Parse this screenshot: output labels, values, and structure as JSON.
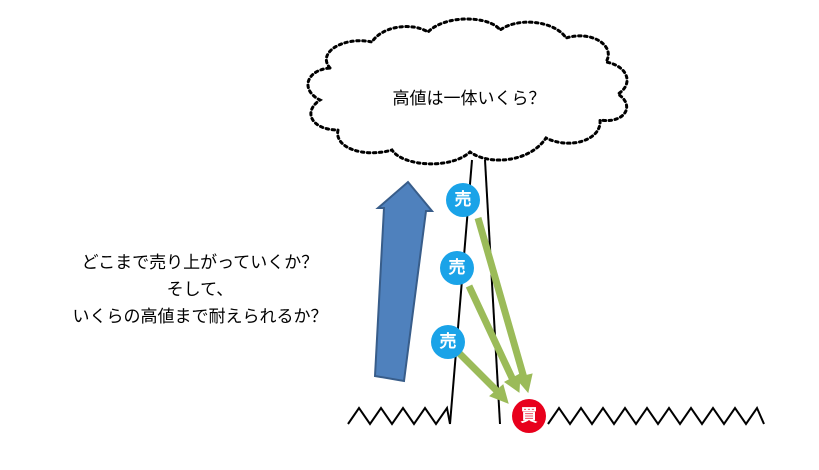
{
  "cloud": {
    "text": "高値は一体いくら？"
  },
  "question": {
    "line1": "どこまで売り上がっていくか？",
    "line2": "そして、",
    "line3": "いくらの高値まで耐えられるか？"
  },
  "badges": {
    "sell_label": "売",
    "buy_label": "買"
  },
  "colors": {
    "sell_badge": "#1aa3e8",
    "buy_badge": "#e8001c",
    "big_arrow_fill": "#4f81bd",
    "big_arrow_stroke": "#385d8a",
    "green_arrow": "#9bbb59",
    "line": "#000000"
  },
  "icons": {
    "cloud": "thought-cloud-shape",
    "big_arrow": "upward-arrow",
    "green_arrows": "downward-right-arrows",
    "zigzag": "zigzag-lines"
  }
}
